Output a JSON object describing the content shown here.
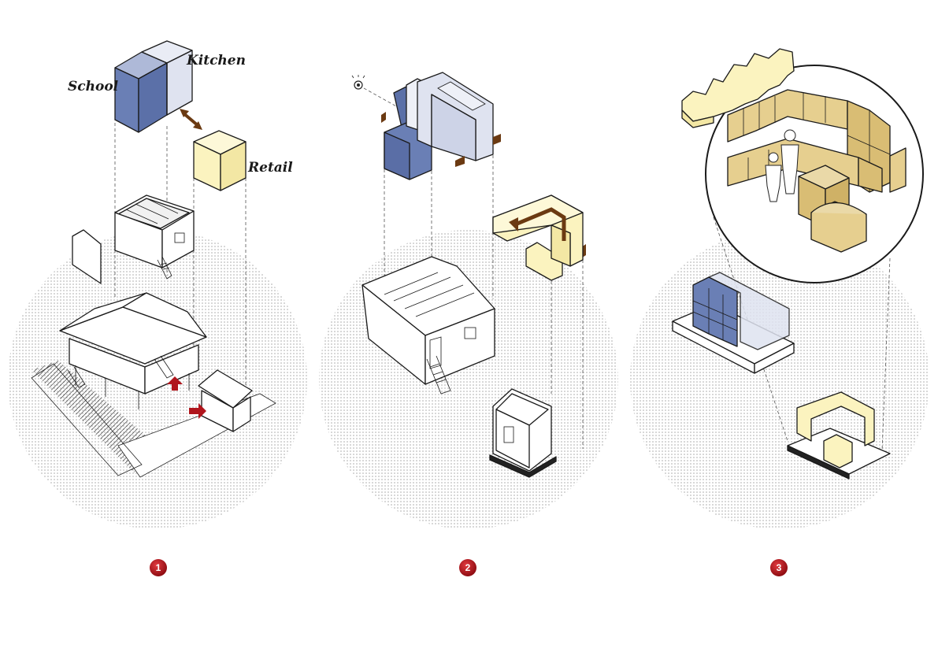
{
  "labels": {
    "school": "School",
    "kitchen": "Kitchen",
    "retail": "Retail"
  },
  "steps": [
    "1",
    "2",
    "3"
  ],
  "colors": {
    "school_blue": "#6a7fb5",
    "kitchen_lilac": "#dfe3f0",
    "retail_yellow": "#fbf3bf",
    "cabinet_tan": "#e6cf8f",
    "arrow_brown": "#6b3a12",
    "arrow_red": "#b0151c",
    "badge_red": "#c2141b"
  },
  "icons": [
    "eye-icon",
    "exchange-arrow-icon",
    "circulation-arrow-icon"
  ]
}
